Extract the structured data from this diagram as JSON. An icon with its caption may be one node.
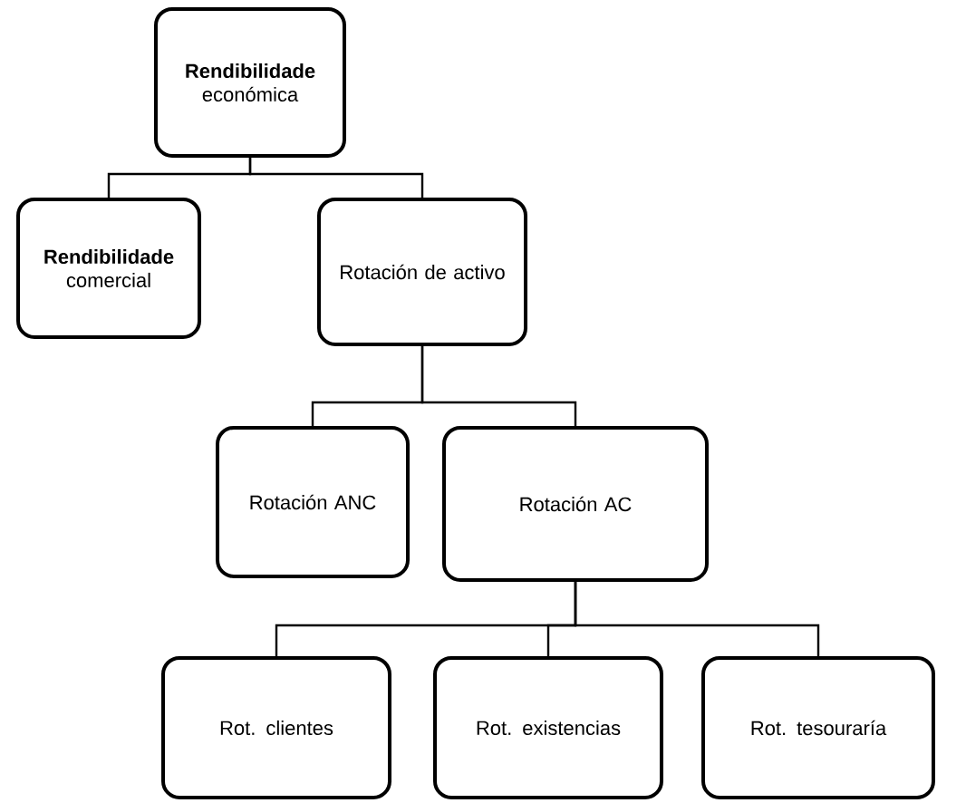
{
  "diagram": {
    "nodes": [
      {
        "text": [
          "**Rendibilidade** económica"
        ]
      },
      {
        "text": [
          "**Rendibilidade** comercial"
        ]
      },
      {
        "text": [
          "Rotación de activo"
        ]
      },
      {
        "text": [
          "Rotación ANC"
        ]
      },
      {
        "text": [
          "Rotación AC"
        ]
      },
      {
        "text": [
          "Rot. clientes"
        ]
      },
      {
        "text": [
          "Rot. existencias"
        ]
      },
      {
        "text": [
          "Rot. tesouraría"
        ]
      }
    ],
    "edges": [
      {
        "from": 0,
        "to": 1,
        "arrow": "none"
      },
      {
        "from": 0,
        "to": 2,
        "arrow": "none"
      },
      {
        "from": 2,
        "to": 3,
        "arrow": "none"
      },
      {
        "from": 2,
        "to": 4,
        "arrow": "none"
      },
      {
        "from": 4,
        "to": 5,
        "arrow": "none"
      },
      {
        "from": 4,
        "to": 6,
        "arrow": "none"
      },
      {
        "from": 4,
        "to": 7,
        "arrow": "none"
      }
    ]
  }
}
